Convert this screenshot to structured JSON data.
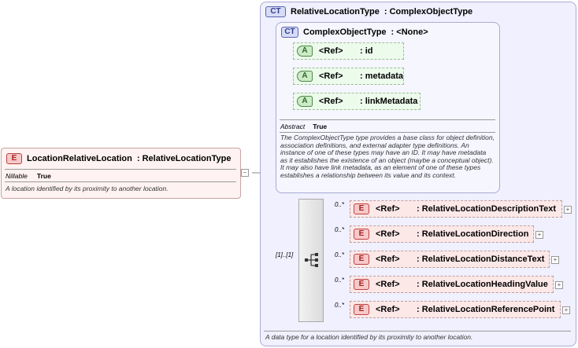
{
  "element": {
    "badge": "E",
    "name": "LocationRelativeLocation",
    "type": ": RelativeLocationType",
    "prop_label": "Nillable",
    "prop_value": "True",
    "doc": "A location identified by its proximity to another location."
  },
  "outer_type": {
    "badge": "CT",
    "name": "RelativeLocationType",
    "base": ": ComplexObjectType",
    "doc": "A data type for a location identified by its proximity to another location."
  },
  "inner_type": {
    "badge": "CT",
    "name": "ComplexObjectType",
    "base": ": <None>",
    "attributes": [
      {
        "badge": "A",
        "ref": "<Ref>",
        "name": ": id"
      },
      {
        "badge": "A",
        "ref": "<Ref>",
        "name": ": metadata"
      },
      {
        "badge": "A",
        "ref": "<Ref>",
        "name": ": linkMetadata"
      }
    ],
    "prop_label": "Abstract",
    "prop_value": "True",
    "doc": "The ComplexObjectType type provides a base class for object definition, association definitions, and external adapter type definitions. An instance of one of these types may have an ID. It may have metadata as it establishes the existence of an object (maybe a conceptual object). It may also have link metadata, as an element of one of these types establishes a relationship between its value and its context."
  },
  "sequence": {
    "cardinality": "[1]..[1]",
    "children": [
      {
        "badge": "E",
        "ref": "<Ref>",
        "name": ": RelativeLocationDescriptionText",
        "card": "0..*"
      },
      {
        "badge": "E",
        "ref": "<Ref>",
        "name": ": RelativeLocationDirection",
        "card": "0..*"
      },
      {
        "badge": "E",
        "ref": "<Ref>",
        "name": ": RelativeLocationDistanceText",
        "card": "0..*"
      },
      {
        "badge": "E",
        "ref": "<Ref>",
        "name": ": RelativeLocationHeadingValue",
        "card": "0..*"
      },
      {
        "badge": "E",
        "ref": "<Ref>",
        "name": ": RelativeLocationReferencePoint",
        "card": "0..*"
      }
    ]
  },
  "symbols": {
    "collapse": "−",
    "expand": "+"
  }
}
